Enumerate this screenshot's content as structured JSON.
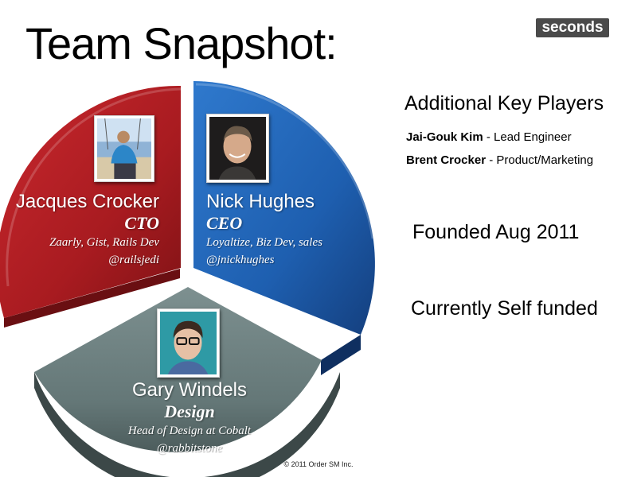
{
  "slide": {
    "title": "Team Snapshot:",
    "brand": "seconds",
    "footer": "© 2011 Order SM Inc."
  },
  "colors": {
    "cto_slice": "#b41f24",
    "ceo_slice": "#1f63b5",
    "design_slice": "#6e8282"
  },
  "team": {
    "cto": {
      "name": "Jacques Crocker",
      "role": "CTO",
      "bio": "Zaarly, Gist, Rails Dev",
      "handle": "@railsjedi"
    },
    "ceo": {
      "name": "Nick Hughes",
      "role": "CEO",
      "bio": "Loyaltize, Biz Dev, sales",
      "handle": "@jnickhughes"
    },
    "design": {
      "name": "Gary Windels",
      "role": "Design",
      "bio": "Head of Design at Cobalt",
      "handle": "@rabbitstone"
    }
  },
  "side": {
    "heading": "Additional Key Players",
    "players": [
      {
        "name": "Jai-Gouk Kim",
        "role": " - Lead Engineer"
      },
      {
        "name": "Brent Crocker",
        "role": " - Product/Marketing"
      }
    ],
    "founded": "Founded Aug 2011",
    "funding": "Currently Self funded"
  }
}
